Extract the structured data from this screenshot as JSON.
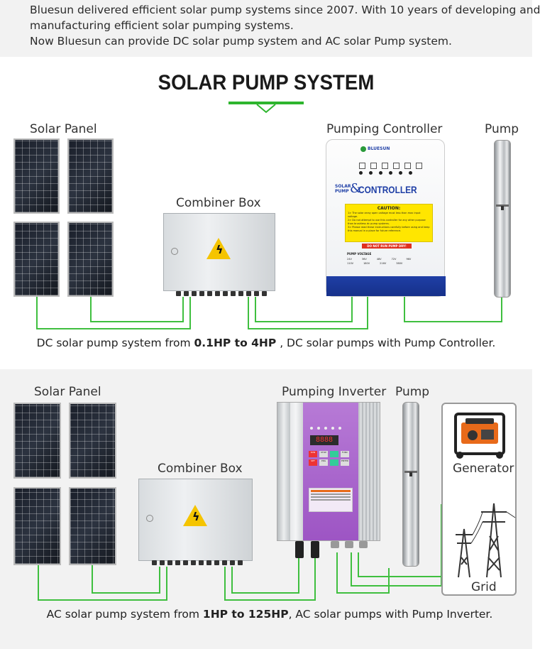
{
  "intro": {
    "line1": "Bluesun delivered efficient solar pump systems since 2007. With 10 years of developing and",
    "line2": "manufacturing efficient solar pumping systems.",
    "line3": "Now Bluesun can provide DC solar pump system and AC solar Pump system."
  },
  "title": "SOLAR PUMP SYSTEM",
  "dc": {
    "solar_panel": "Solar Panel",
    "combiner_box": "Combiner Box",
    "controller": "Pumping Controller",
    "pump": "Pump",
    "caption_pre": "DC solar pump system from ",
    "caption_bold": "0.1HP to 4HP",
    "caption_post": " , DC solar pumps with Pump Controller.",
    "controller_device": {
      "brand": "BLUESUN",
      "line1": "SOLAR",
      "line2": "PUMP",
      "amp": "&",
      "product": "CONTROLLER",
      "caution_title": "CAUTION:",
      "caution_1": "1> The solar array open voltage must less than max input voltage.",
      "caution_2": "2> Do not attempt to use this controller for any other purpose than brushless dc pump systems.",
      "caution_3": "3> Please read these instructions carefully before using and keep this manual in a place for future reference.",
      "dry_run": "DO NOT RUN PUMP DRY!",
      "voltage_title": "PUMP VOLTAGE",
      "voltages": [
        "24V",
        "36V",
        "48V",
        "72V",
        "96V",
        "110V",
        "180V",
        "216V",
        "380V"
      ]
    }
  },
  "ac": {
    "solar_panel": "Solar Panel",
    "combiner_box": "Combiner Box",
    "inverter": "Pumping Inverter",
    "pump": "Pump",
    "generator": "Generator",
    "grid": "Grid",
    "caption_pre": "AC solar pump system from ",
    "caption_bold": "1HP to 125HP",
    "caption_post": ", AC solar pumps with Pump Inverter.",
    "inverter_display": "8888",
    "inverter_keys": [
      "RUN",
      "STOP",
      "FUNC",
      "SET",
      "ENTER",
      "PRG"
    ]
  },
  "colors": {
    "wire": "#3fbf3f",
    "title_underline": "#2db52d",
    "controller_blue": "#1f3fa6",
    "caution_yellow": "#ffe600",
    "inverter_purple": "#b06ad0",
    "warning_yellow": "#f5c400"
  }
}
